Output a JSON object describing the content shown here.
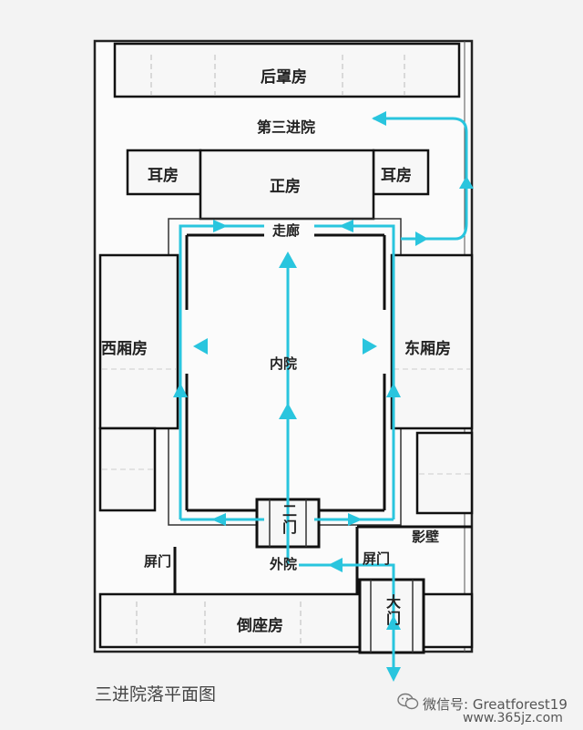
{
  "labels": {
    "houzhaofang": "后罩房",
    "disanjinyuan": "第三进院",
    "erfang_left": "耳房",
    "zhengfang": "正房",
    "erfang_right": "耳房",
    "zoulang": "走廊",
    "xixiangfang": "西厢房",
    "neiyuan": "内院",
    "dongxiangfang": "东厢房",
    "ermen": "二门",
    "yingbi": "影壁",
    "pingmen_left": "屏门",
    "waiyuan": "外院",
    "pingmen_right": "屏门",
    "daozuofang": "倒座房",
    "damen": "大门"
  },
  "caption": "三进院落平面图",
  "watermark": {
    "wechat": "微信号: Greatforest19",
    "site": "www.365jz.com"
  },
  "colors": {
    "path": "#29c5de",
    "wall": "#111111",
    "background": "#f3f3f3"
  }
}
